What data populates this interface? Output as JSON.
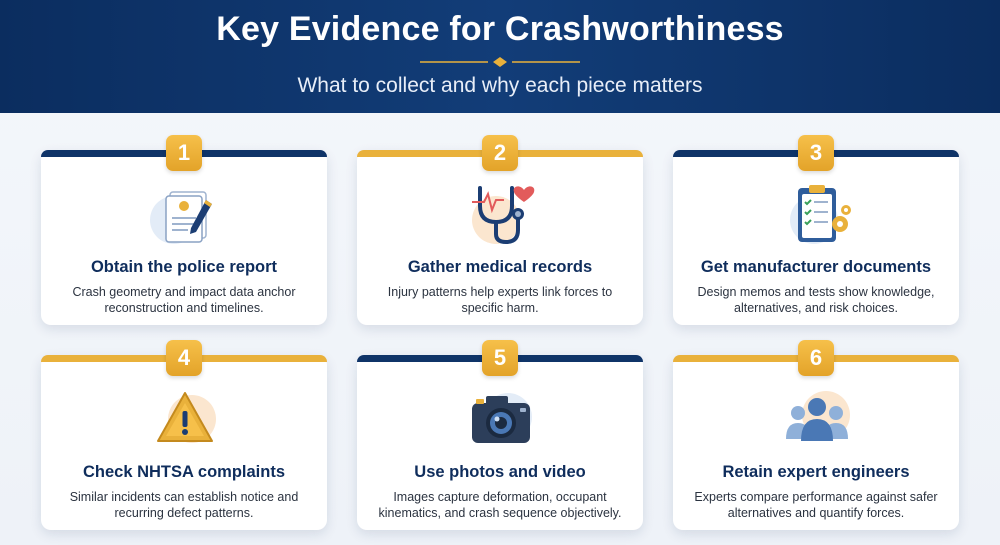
{
  "header": {
    "title": "Key Evidence for Crashworthiness",
    "subtitle": "What to collect and why each piece matters"
  },
  "colors": {
    "navy": "#0f3468",
    "gold": "#e9b13b",
    "title_text": "#0f2d5c"
  },
  "cards": [
    {
      "number": "1",
      "icon": "police-report-icon",
      "title": "Obtain the police report",
      "description": "Crash geometry and impact data anchor reconstruction and timelines."
    },
    {
      "number": "2",
      "icon": "stethoscope-icon",
      "title": "Gather medical records",
      "description": "Injury patterns help experts link forces to specific harm."
    },
    {
      "number": "3",
      "icon": "clipboard-checklist-icon",
      "title": "Get manufacturer documents",
      "description": "Design memos and tests show knowledge, alternatives, and risk choices."
    },
    {
      "number": "4",
      "icon": "warning-triangle-icon",
      "title": "Check NHTSA complaints",
      "description": "Similar incidents can establish notice and recurring defect patterns."
    },
    {
      "number": "5",
      "icon": "camera-icon",
      "title": "Use photos and video",
      "description": "Images capture deformation, occupant kinematics, and crash sequence objectively."
    },
    {
      "number": "6",
      "icon": "people-group-icon",
      "title": "Retain expert engineers",
      "description": "Experts compare performance against safer alternatives and quantify forces."
    }
  ]
}
